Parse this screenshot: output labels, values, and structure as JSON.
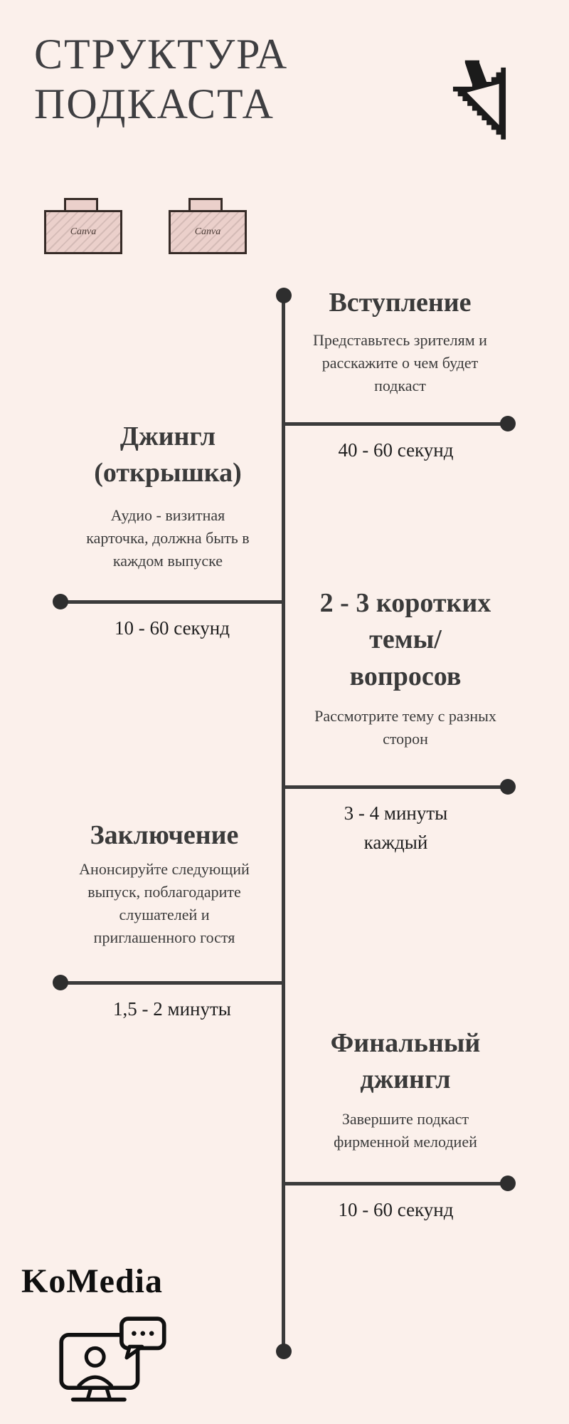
{
  "header": {
    "title_line1": "СТРУКТУРА",
    "title_line2": "ПОДКАСТА"
  },
  "decor": {
    "folder_label": "Canva"
  },
  "sections": [
    {
      "side": "right",
      "title": "Вступление",
      "description": "Представьтесь зрителям и\nрасскажите о чем будет\nподкаст",
      "duration": "40 - 60 секунд"
    },
    {
      "side": "left",
      "title": "Джингл\n(открышка)",
      "description": "Аудио - визитная\nкарточка, должна быть в\nкаждом выпуске",
      "duration": "10 - 60 секунд"
    },
    {
      "side": "right",
      "title": "2 - 3 коротких\nтемы/\nвопросов",
      "description": "Рассмотрите тему с разных\nсторон",
      "duration": "3 - 4 минуты\nкаждый"
    },
    {
      "side": "left",
      "title": "Заключение",
      "description": "Анонсируйте следующий\nвыпуск, поблагодарите\nслушателей и\nприглашенного гостя",
      "duration": "1,5 - 2 минуты"
    },
    {
      "side": "right",
      "title": "Финальный\nджингл",
      "description": "Завершите подкаст\nфирменной мелодией",
      "duration": "10 - 60 секунд"
    }
  ],
  "footer": {
    "brand": "KoMedia"
  },
  "icons": {
    "top_right": "pixel-cursor-icon",
    "decor": "pixel-folder-icon",
    "footer": "video-chat-monitor-icon"
  },
  "colors": {
    "background": "#fbf0eb",
    "timeline": "#3b3b3b",
    "heading": "#3a3a3a",
    "folder_fill": "#ebd0cb",
    "folder_outline": "#362b27"
  }
}
